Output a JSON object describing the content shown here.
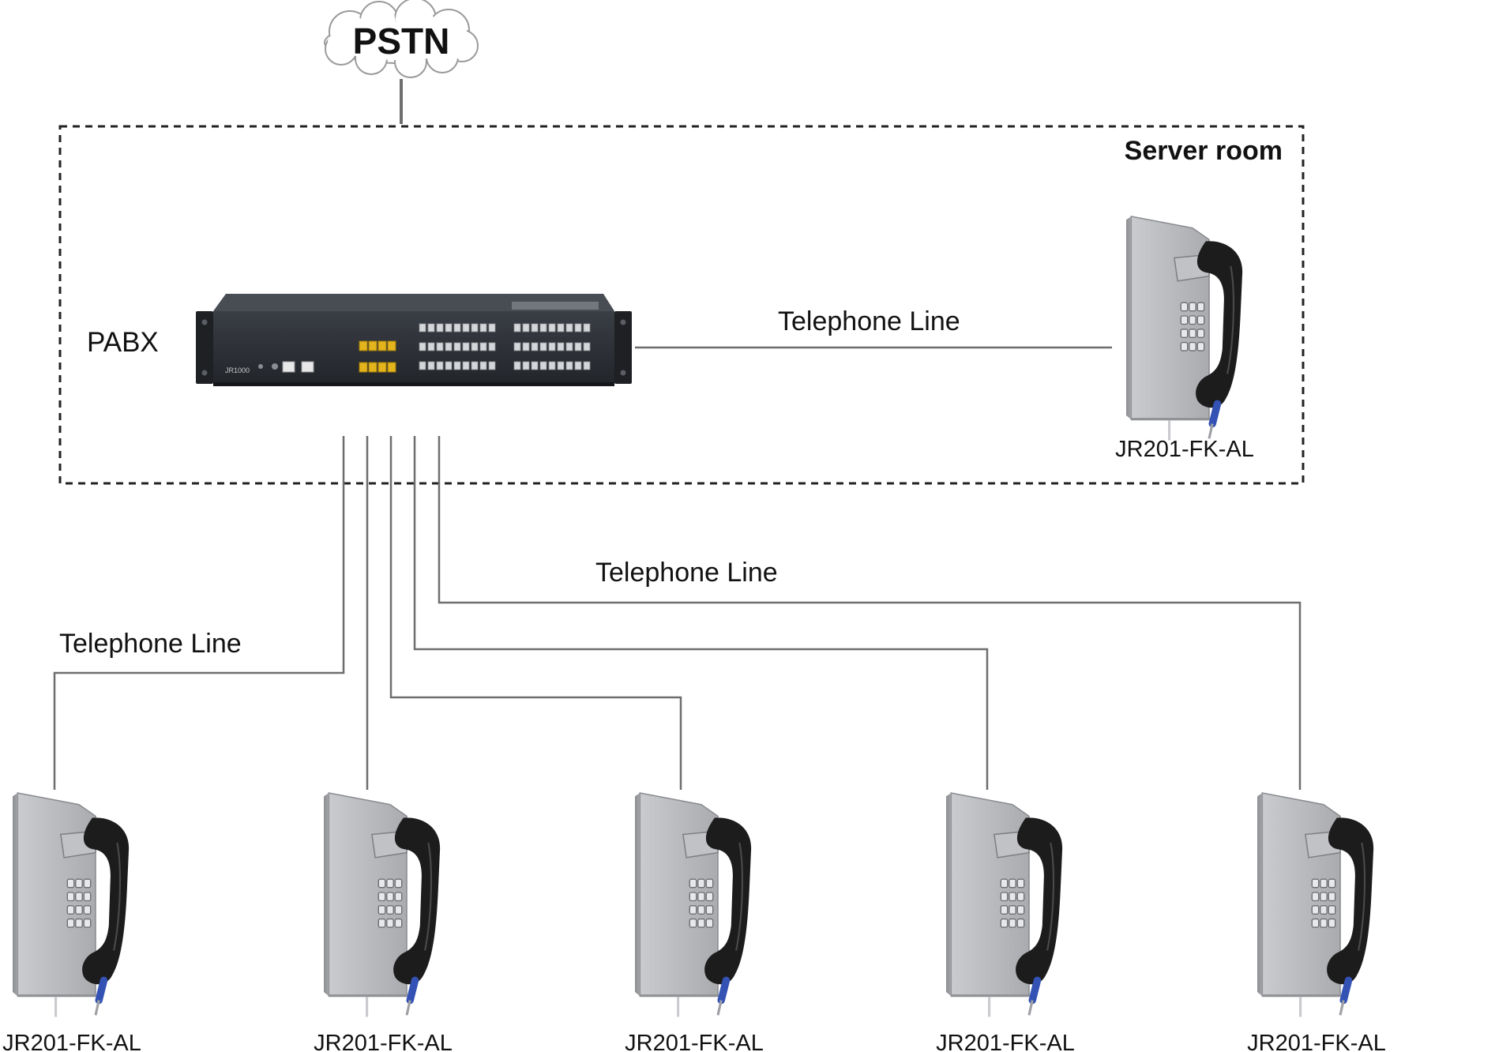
{
  "cloud": {
    "label": "PSTN"
  },
  "server_room": {
    "label": "Server room"
  },
  "pabx": {
    "label": "PABX",
    "model_text": "JR1000"
  },
  "lines": {
    "right_label": "Telephone Line",
    "middle_label": "Telephone Line",
    "left_label": "Telephone Line"
  },
  "phones": {
    "server": {
      "model": "JR201-FK-AL"
    },
    "field": [
      {
        "model": "JR201-FK-AL"
      },
      {
        "model": "JR201-FK-AL"
      },
      {
        "model": "JR201-FK-AL"
      },
      {
        "model": "JR201-FK-AL"
      },
      {
        "model": "JR201-FK-AL"
      }
    ]
  },
  "colors": {
    "line": "#6e6e6e",
    "phone_body": "#b8babd",
    "handset": "#1c1c1c",
    "cable": "#3452b4",
    "ports_yellow": "#e3b41b",
    "chassis": "#2a2d33"
  }
}
